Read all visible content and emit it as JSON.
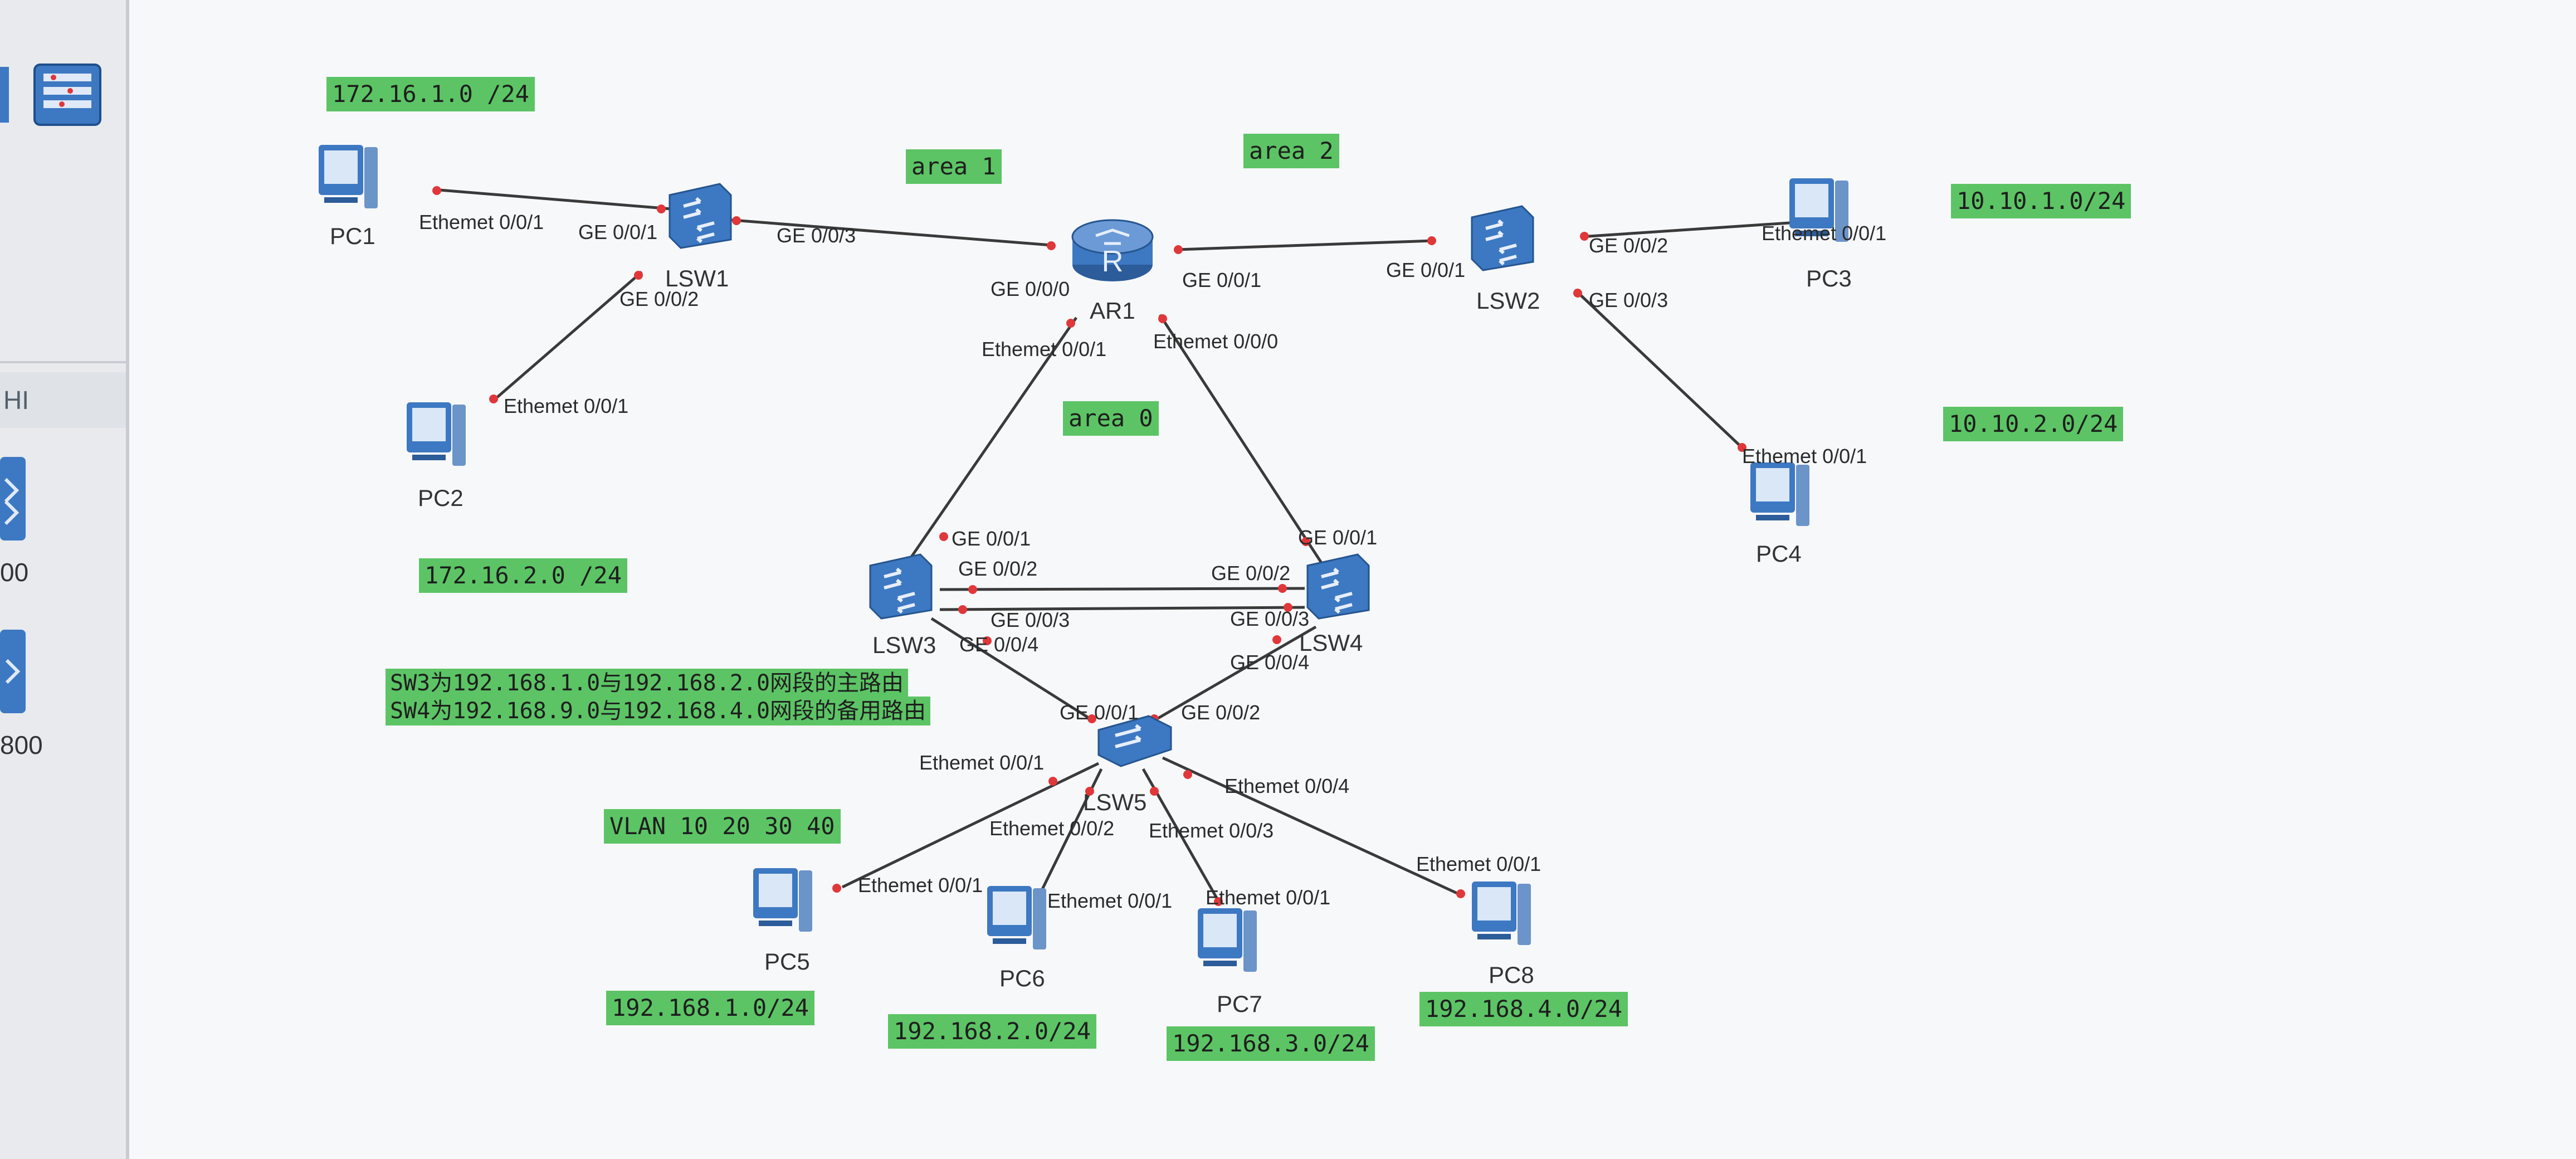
{
  "left_panel": {
    "header": "HI",
    "tool_labels": [
      "00",
      "800"
    ]
  },
  "devices": {
    "pc1": "PC1",
    "pc2": "PC2",
    "pc3": "PC3",
    "pc4": "PC4",
    "pc5": "PC5",
    "pc6": "PC6",
    "pc7": "PC7",
    "pc8": "PC8",
    "lsw1": "LSW1",
    "lsw2": "LSW2",
    "lsw3": "LSW3",
    "lsw4": "LSW4",
    "lsw5": "LSW5",
    "ar1": "AR1"
  },
  "ports": {
    "pc1_e001": "Ethemet 0/0/1",
    "lsw1_g001": "GE 0/0/1",
    "lsw1_g003": "GE 0/0/3",
    "lsw1_g002": "GE 0/0/2",
    "pc2_e001": "Ethemet 0/0/1",
    "ar1_g000": "GE 0/0/0",
    "ar1_g001": "GE 0/0/1",
    "ar1_e001": "Ethemet 0/0/1",
    "ar1_e000": "Ethemet 0/0/0",
    "lsw2_g001": "GE 0/0/1",
    "lsw2_g002": "GE 0/0/2",
    "lsw2_g003": "GE 0/0/3",
    "pc3_e001": "Ethemet 0/0/1",
    "pc4_e001": "Ethemet 0/0/1",
    "lsw3_g001": "GE 0/0/1",
    "lsw3_g002": "GE 0/0/2",
    "lsw3_g003": "GE 0/0/3",
    "lsw3_g004": "GE 0/0/4",
    "lsw4_g001": "GE 0/0/1",
    "lsw4_g002": "GE 0/0/2",
    "lsw4_g003": "GE 0/0/3",
    "lsw4_g004": "GE 0/0/4",
    "lsw5_g001": "GE 0/0/1",
    "lsw5_g002": "GE 0/0/2",
    "lsw5_e001": "Ethemet 0/0/1",
    "lsw5_e002": "Ethemet 0/0/2",
    "lsw5_e003": "Ethemet 0/0/3",
    "lsw5_e004": "Ethemet 0/0/4",
    "pc5_e001": "Ethemet 0/0/1",
    "pc6_e001": "Ethemet 0/0/1",
    "pc7_e001": "Ethemet 0/0/1",
    "pc8_e001": "Ethemet 0/0/1"
  },
  "labels": {
    "net_172_1": "172.16.1.0 /24",
    "net_172_2": "172.16.2.0 /24",
    "area1": "area 1",
    "area2": "area 2",
    "area0": "area 0",
    "net_10_1": "10.10.1.0/24",
    "net_10_2": "10.10.2.0/24",
    "note_sw3": "SW3为192.168.1.0与192.168.2.0网段的主路由",
    "note_sw4": "SW4为192.168.9.0与192.168.4.0网段的备用路由",
    "vlan": "VLAN 10 20 30 40",
    "net_192_1": "192.168.1.0/24",
    "net_192_2": "192.168.2.0/24",
    "net_192_3": "192.168.3.0/24",
    "net_192_4": "192.168.4.0/24"
  },
  "colors": {
    "label_green": "#5cc465",
    "port_dot": "#e0383a",
    "device_blue": "#3d78c2"
  }
}
